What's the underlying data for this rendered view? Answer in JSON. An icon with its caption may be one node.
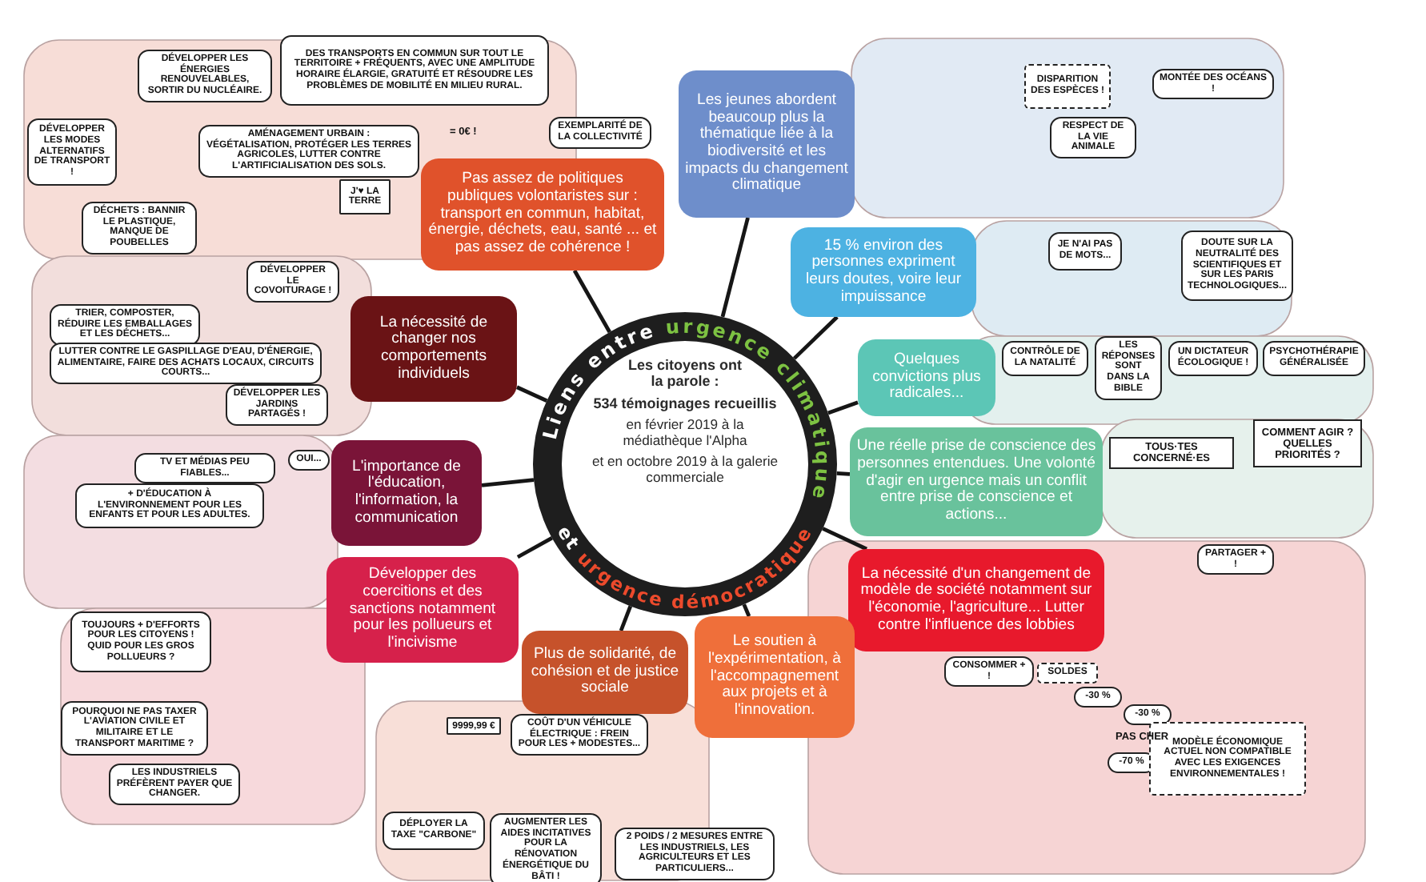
{
  "diagram": {
    "nodes": [
      {
        "text": [
          "Liens entre",
          "urgence climatique",
          "et",
          "urgence démocratique",
          "Les citoyens ont la parole :",
          "534 témoignages recueillis",
          "en février 2019 à la médiathèque l'Alpha",
          "et en octobre 2019 à la galerie commerciale"
        ]
      },
      {
        "text": [
          "Pas assez de politiques publiques volontaristes sur : transport en commun, habitat, énergie, déchets, eau, santé ... et pas assez de cohérence !"
        ]
      },
      {
        "text": [
          "Les jeunes abordent beaucoup plus la thématique liée à la biodiversité et les impacts du changement climatique"
        ]
      },
      {
        "text": [
          "15 % environ des personnes expriment leurs doutes, voire leur impuissance"
        ]
      },
      {
        "text": [
          "Quelques convictions plus radicales..."
        ]
      },
      {
        "text": [
          "Une réelle prise de conscience des personnes entendues. Une volonté d'agir en urgence mais un conflit entre prise de conscience et actions..."
        ]
      },
      {
        "text": [
          "La nécessité d'un changement de modèle de société notamment sur l'économie, l'agriculture... Lutter contre l'influence des lobbies"
        ]
      },
      {
        "text": [
          "Le soutien à l'expérimentation, à l'accompagnement aux projets et à l'innovation."
        ]
      },
      {
        "text": [
          "Plus de solidarité, de cohésion et de justice sociale"
        ]
      },
      {
        "text": [
          "Développer des coercitions et des sanctions notamment pour les pollueurs et l'incivisme"
        ]
      },
      {
        "text": [
          "L'importance de l'éducation, l'information, la communication"
        ]
      },
      {
        "text": [
          "La nécessité de changer nos comportements individuels"
        ]
      },
      {
        "text": [
          "DÉVELOPPER LES ÉNERGIES RENOUVELABLES, SORTIR DU NUCLÉAIRE."
        ]
      },
      {
        "text": [
          "DES TRANSPORTS EN COMMUN SUR TOUT LE TERRITOIRE + FRÉQUENTS, AVEC UNE AMPLITUDE HORAIRE ÉLARGIE, GRATUITÉ ET RÉSOUDRE LES PROBLÈMES DE MOBILITÉ EN MILIEU RURAL."
        ]
      },
      {
        "text": [
          "EXEMPLARITÉ DE LA COLLECTIVITÉ"
        ]
      },
      {
        "text": [
          "DÉVELOPPER LES MODES ALTERNATIFS DE TRANSPORT !"
        ]
      },
      {
        "text": [
          "AMÉNAGEMENT URBAIN : VÉGÉTALISATION, PROTÉGER LES TERRES AGRICOLES, LUTTER CONTRE L'ARTIFICIALISATION DES SOLS."
        ]
      },
      {
        "text": [
          "J'♥ LA TERRE"
        ]
      },
      {
        "text": [
          "DÉCHETS : BANNIR LE PLASTIQUE, MANQUE DE POUBELLES"
        ]
      },
      {
        "text": [
          "DÉVELOPPER LE COVOITURAGE !"
        ]
      },
      {
        "text": [
          "TRIER, COMPOSTER, RÉDUIRE LES EMBALLAGES ET LES DÉCHETS..."
        ]
      },
      {
        "text": [
          "LUTTER CONTRE LE GASPILLAGE D'EAU, D'ÉNERGIE, ALIMENTAIRE, FAIRE DES ACHATS LOCAUX, CIRCUITS COURTS..."
        ]
      },
      {
        "text": [
          "DÉVELOPPER LES JARDINS PARTAGÉS !"
        ]
      },
      {
        "text": [
          "OUI..."
        ]
      },
      {
        "text": [
          "TV ET MÉDIAS PEU FIABLES..."
        ]
      },
      {
        "text": [
          "+ D'ÉDUCATION À L'ENVIRONNEMENT POUR LES ENFANTS ET POUR LES ADULTES."
        ]
      },
      {
        "text": [
          "TOUJOURS + D'EFFORTS POUR LES CITOYENS ! QUID POUR LES GROS POLLUEURS ?"
        ]
      },
      {
        "text": [
          "POURQUOI NE PAS TAXER L'AVIATION CIVILE ET MILITAIRE ET LE TRANSPORT MARITIME ?"
        ]
      },
      {
        "text": [
          "LES INDUSTRIELS PRÉFÈRENT PAYER QUE CHANGER."
        ]
      },
      {
        "text": [
          "9999,99 €"
        ]
      },
      {
        "text": [
          "COÛT D'UN VÉHICULE ÉLECTRIQUE : FREIN POUR LES + MODESTES..."
        ]
      },
      {
        "text": [
          "DÉPLOYER LA TAXE \"CARBONE\""
        ]
      },
      {
        "text": [
          "AUGMENTER LES AIDES INCITATIVES POUR LA RÉNOVATION ÉNERGÉTIQUE DU BÂTI !"
        ]
      },
      {
        "text": [
          "2 POIDS / 2 MESURES ENTRE LES INDUSTRIELS, LES AGRICULTEURS ET LES PARTICULIERS..."
        ]
      },
      {
        "text": [
          "DISPARITION DES ESPÈCES !"
        ]
      },
      {
        "text": [
          "MONTÉE DES OCÉANS !"
        ]
      },
      {
        "text": [
          "RESPECT DE LA VIE ANIMALE"
        ]
      },
      {
        "text": [
          "JE N'AI PAS DE MOTS..."
        ]
      },
      {
        "text": [
          "DOUTE SUR LA NEUTRALITÉ DES SCIENTIFIQUES ET SUR LES PARIS TECHNOLOGIQUES..."
        ]
      },
      {
        "text": [
          "CONTRÔLE DE LA NATALITÉ"
        ]
      },
      {
        "text": [
          "LES RÉPONSES SONT DANS LA BIBLE"
        ]
      },
      {
        "text": [
          "UN DICTATEUR ÉCOLOGIQUE !"
        ]
      },
      {
        "text": [
          "PSYCHOTHÉRAPIE GÉNÉRALISÉE"
        ]
      },
      {
        "text": [
          "TOUS·TES CONCERNÉ·ES"
        ]
      },
      {
        "text": [
          "COMMENT AGIR ? QUELLES PRIORITÉS ?"
        ]
      },
      {
        "text": [
          "PARTAGER + !"
        ]
      },
      {
        "text": [
          "CONSOMMER + !"
        ]
      },
      {
        "text": [
          "SOLDES"
        ]
      },
      {
        "text": [
          "-30 %"
        ]
      },
      {
        "text": [
          "-30 %"
        ]
      },
      {
        "text": [
          "-70 %"
        ]
      },
      {
        "text": [
          "MODÈLE ÉCONOMIQUE ACTUEL NON COMPATIBLE AVEC LES EXIGENCES ENVIRONNEMENTALES !"
        ]
      }
    ],
    "edges": [
      {
        "from": 0,
        "to": 1,
        "arrow": "none"
      },
      {
        "from": 0,
        "to": 2,
        "arrow": "none"
      },
      {
        "from": 0,
        "to": 3,
        "arrow": "none"
      },
      {
        "from": 0,
        "to": 4,
        "arrow": "none"
      },
      {
        "from": 0,
        "to": 5,
        "arrow": "none"
      },
      {
        "from": 0,
        "to": 6,
        "arrow": "none"
      },
      {
        "from": 0,
        "to": 7,
        "arrow": "none"
      },
      {
        "from": 0,
        "to": 8,
        "arrow": "none"
      },
      {
        "from": 0,
        "to": 9,
        "arrow": "none"
      },
      {
        "from": 0,
        "to": 10,
        "arrow": "none"
      },
      {
        "from": 0,
        "to": 11,
        "arrow": "none"
      }
    ],
    "labels": [
      "= 0€ !",
      "PAS CHER"
    ]
  }
}
